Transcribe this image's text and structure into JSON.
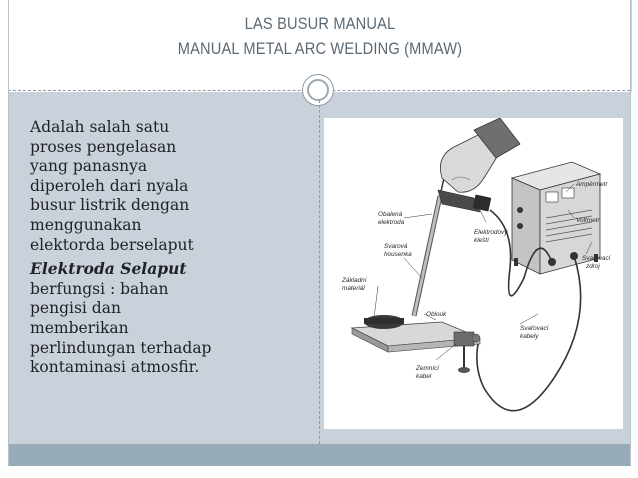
{
  "title": {
    "line1": "LAS BUSUR MANUAL",
    "line2": "MANUAL METAL ARC WELDING (MMAW)"
  },
  "colors": {
    "title_text": "#5b6873",
    "content_bg": "#c9d2da",
    "bottom_band": "#98abb8",
    "body_text": "#1f2124"
  },
  "body": {
    "paragraph1": [
      "Adalah salah satu",
      "proses pengelasan",
      "yang panasnya",
      "diperoleh dari nyala",
      "busur listrik dengan",
      "menggunakan",
      "elektorda berselaput"
    ],
    "paragraph2_emphasis": "Elektroda Selaput",
    "paragraph2": [
      "berfungsi : bahan",
      "pengisi dan",
      "memberikan",
      "perlindungan terhadap",
      "kontaminasi atmosfir."
    ]
  },
  "figure": {
    "labels": {
      "obalena": [
        "Obalená",
        "elektroda"
      ],
      "svarova": [
        "Svarová",
        "housenka"
      ],
      "zakladni": [
        "Základní",
        "materiál"
      ],
      "oblouk": "Oblouk",
      "elektrodovy": [
        "Elektrodový",
        "kleští"
      ],
      "zemnici": [
        "Zemnící",
        "kabel"
      ],
      "svarovaci_kabely": [
        "Svařovací",
        "kabely"
      ],
      "amperemetr": "Ampérmetr",
      "voltmetr": "Voltmetr",
      "svarovaci_zdroj": [
        "Svařovací",
        "zdroj"
      ]
    }
  }
}
